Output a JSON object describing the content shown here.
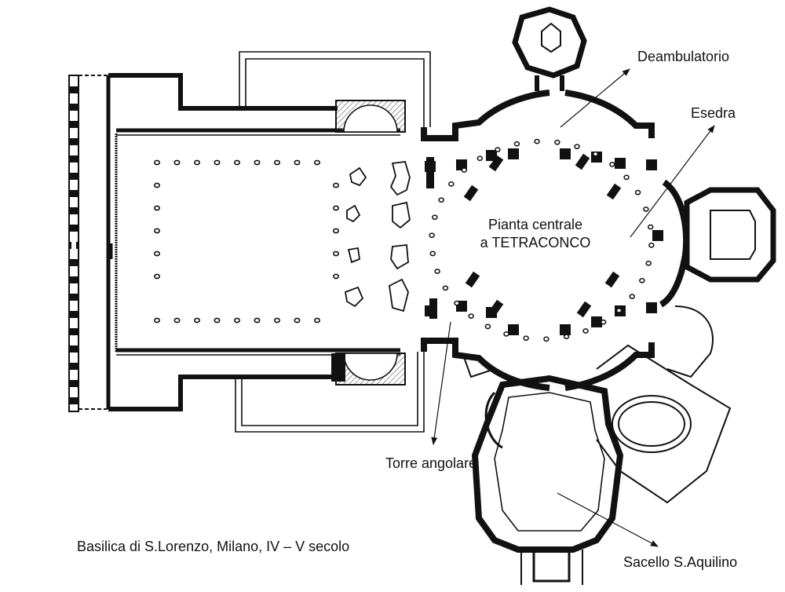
{
  "labels": {
    "deambulatorio": "Deambulatorio",
    "esedra": "Esedra",
    "center_line1": "Pianta centrale",
    "center_line2": "a TETRACONCO",
    "torre": "Torre angolare",
    "sacello": "Sacello S.Aquilino",
    "caption": "Basilica di S.Lorenzo, Milano, IV – V secolo"
  },
  "colors": {
    "ink": "#111111",
    "hatch": "#555555",
    "paper": "#ffffff"
  }
}
